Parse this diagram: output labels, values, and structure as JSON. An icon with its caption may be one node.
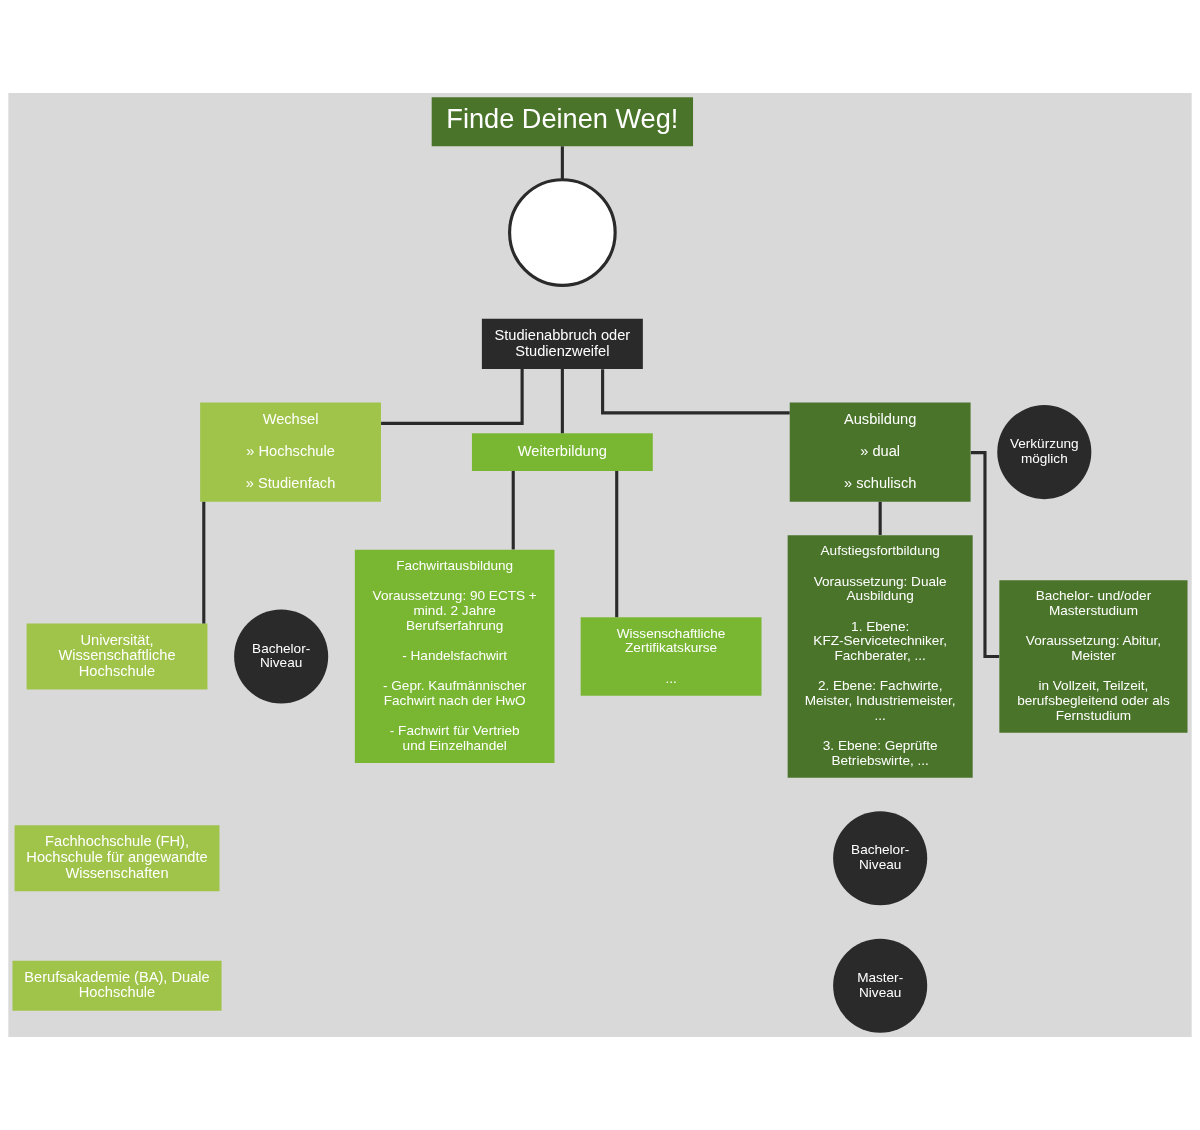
{
  "diagram": {
    "nodes": [
      {
        "text": [
          "Finde Deinen Weg!"
        ]
      },
      {
        "text": [],
        "shape": "circle"
      },
      {
        "text": [
          "Studienabbruch oder Studienzweifel"
        ]
      },
      {
        "text": [
          "Wechsel",
          "» Hochschule",
          "» Studienfach"
        ]
      },
      {
        "text": [
          "Weiterbildung"
        ]
      },
      {
        "text": [
          "Ausbildung",
          "» dual",
          "» schulisch"
        ]
      },
      {
        "text": [
          "Verkürzung möglich"
        ]
      },
      {
        "text": [
          "Universität, Wissenschaftliche Hochschule"
        ]
      },
      {
        "text": [
          "Fachhochschule (FH), Hochschule für angewandte Wissenschaften"
        ]
      },
      {
        "text": [
          "Berufsakademie (BA), Duale Hochschule"
        ]
      },
      {
        "text": [
          "Bachelor-Niveau"
        ]
      },
      {
        "text": [
          "Fachwirtausbildung",
          "Voraussetzung: 90 ECTS + mind. 2 Jahre Berufserfahrung",
          "- Handelsfachwirt",
          "- Gepr. Kaufmännischer Fachwirt nach der HwO",
          "- Fachwirt für Vertrieb und Einzelhandel"
        ]
      },
      {
        "text": [
          "Wissenschaftliche Zertifikatskurse",
          "..."
        ]
      },
      {
        "text": [
          "Aufstiegsfortbildung",
          "Voraussetzung: Duale Ausbildung",
          "1. Ebene: KFZ-Servicetechniker, Fachberater, ...",
          "2. Ebene: Fachwirte, Meister, Industriemeister, ...",
          "3. Ebene: Geprüfte Betriebswirte, ..."
        ]
      },
      {
        "text": [
          "Bachelor-Niveau"
        ]
      },
      {
        "text": [
          "Master-Niveau"
        ]
      },
      {
        "text": [
          "Bachelor- und/oder Masterstudium",
          "Voraussetzung: Abitur, Meister",
          "in Vollzeit, Teilzeit, berufsbegleitend oder als Fernstudium"
        ]
      }
    ],
    "edges": [
      {
        "from": 0,
        "to": 1,
        "arrow": "none"
      },
      {
        "from": 2,
        "to": 3,
        "arrow": "none"
      },
      {
        "from": 2,
        "to": 4,
        "arrow": "none"
      },
      {
        "from": 2,
        "to": 5,
        "arrow": "none"
      },
      {
        "from": 3,
        "to": 7,
        "arrow": "none"
      },
      {
        "from": 4,
        "to": 11,
        "arrow": "none"
      },
      {
        "from": 4,
        "to": 12,
        "arrow": "none"
      },
      {
        "from": 5,
        "to": 13,
        "arrow": "none"
      },
      {
        "from": 5,
        "to": 16,
        "arrow": "none"
      }
    ]
  }
}
